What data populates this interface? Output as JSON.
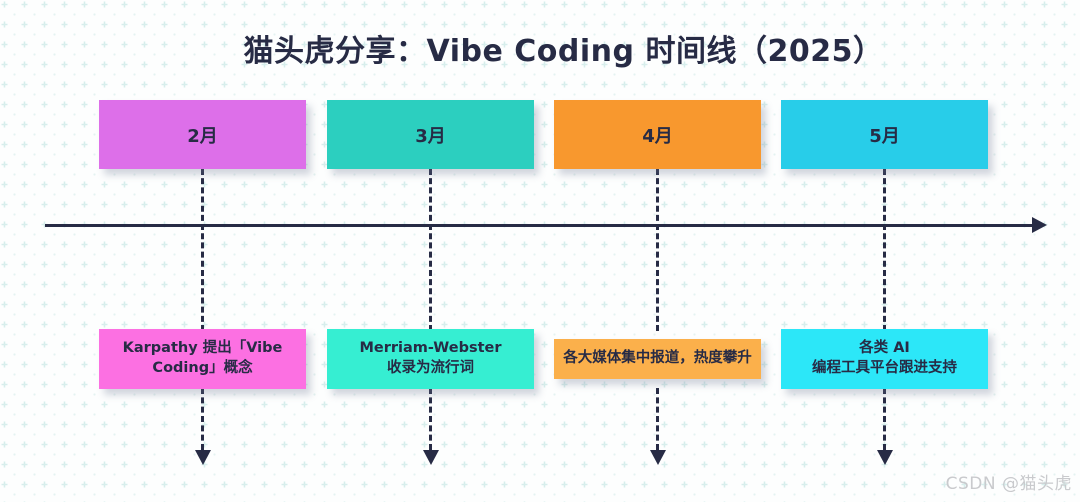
{
  "title": "猫头虎分享：Vibe Coding 时间线（2025）",
  "watermark": "CSDN @猫头虎",
  "colors": {
    "text": "#272b45",
    "axis": "#272b45",
    "background": "#fdfefe",
    "pattern_plus": "#d7eeec",
    "pattern_dot": "#e4f3f1"
  },
  "columns": [
    {
      "month_label": "2月",
      "month_color": "#dd6fe9",
      "event_text": "Karpathy 提出「Vibe\nCoding」概念",
      "event_color": "#fc70e2"
    },
    {
      "month_label": "3月",
      "month_color": "#2ccfbf",
      "event_text": "Merriam-Webster\n收录为流行词",
      "event_color": "#36eed2"
    },
    {
      "month_label": "4月",
      "month_color": "#f8982e",
      "event_text": "各大媒体集中报道，热度攀升",
      "event_color": "#fbb04b"
    },
    {
      "month_label": "5月",
      "month_color": "#28cde9",
      "event_text": "各类 AI\n编程工具平台跟进支持",
      "event_color": "#2ce7f8"
    }
  ]
}
